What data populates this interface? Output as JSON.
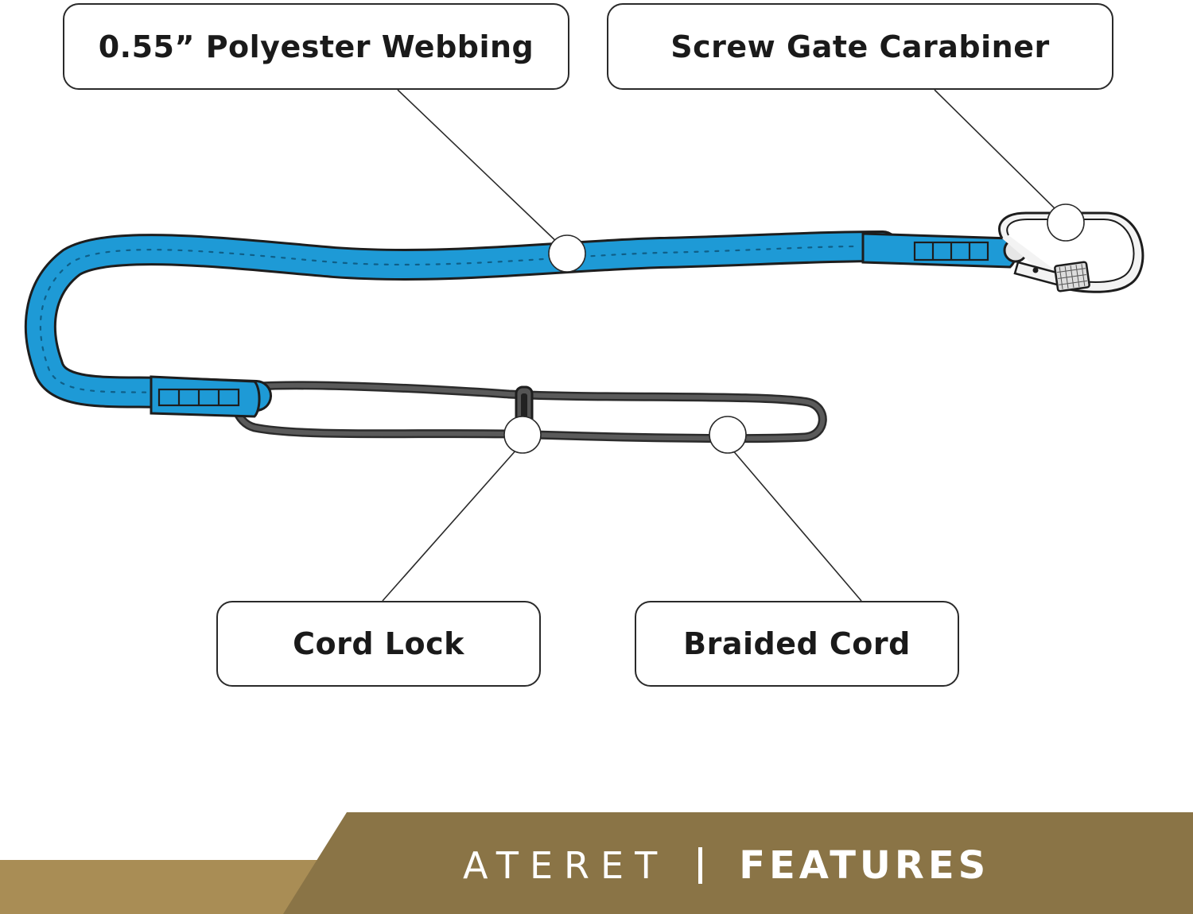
{
  "labels": {
    "webbing": "0.55” Polyester Webbing",
    "carabiner": "Screw Gate Carabiner",
    "cord_lock": "Cord Lock",
    "braided_cord": "Braided Cord"
  },
  "footer": {
    "brand": "ATERET",
    "separator": "|",
    "section": "FEATURES"
  },
  "colors": {
    "lanyard_blue": "#1e9ad6",
    "cord_gray": "#555555",
    "footer_gold_light": "#a98d55",
    "footer_gold_dark": "#8a7446"
  }
}
